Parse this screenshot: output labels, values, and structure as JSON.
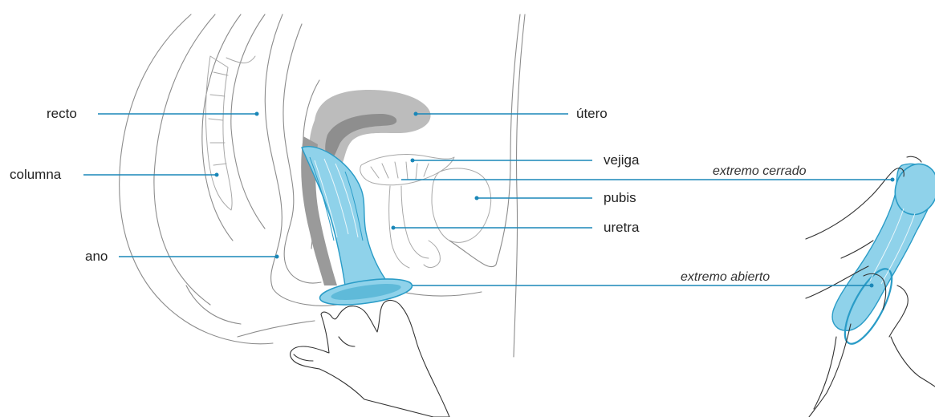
{
  "colors": {
    "leader": "#1a87b8",
    "device_fill": "#8fd2ea",
    "device_stroke": "#2a9cc7",
    "uterus": "#bcbcbc",
    "uterus_inner": "#8e8e8e",
    "anatomy_line": "#8c8c8c",
    "skin_line": "#333333"
  },
  "labels": {
    "recto": "recto",
    "columna": "columna",
    "ano": "ano",
    "utero": "útero",
    "vejiga": "vejiga",
    "pubis": "pubis",
    "uretra": "uretra",
    "extremo_cerrado": "extremo cerrado",
    "extremo_abierto": "extremo abierto"
  }
}
